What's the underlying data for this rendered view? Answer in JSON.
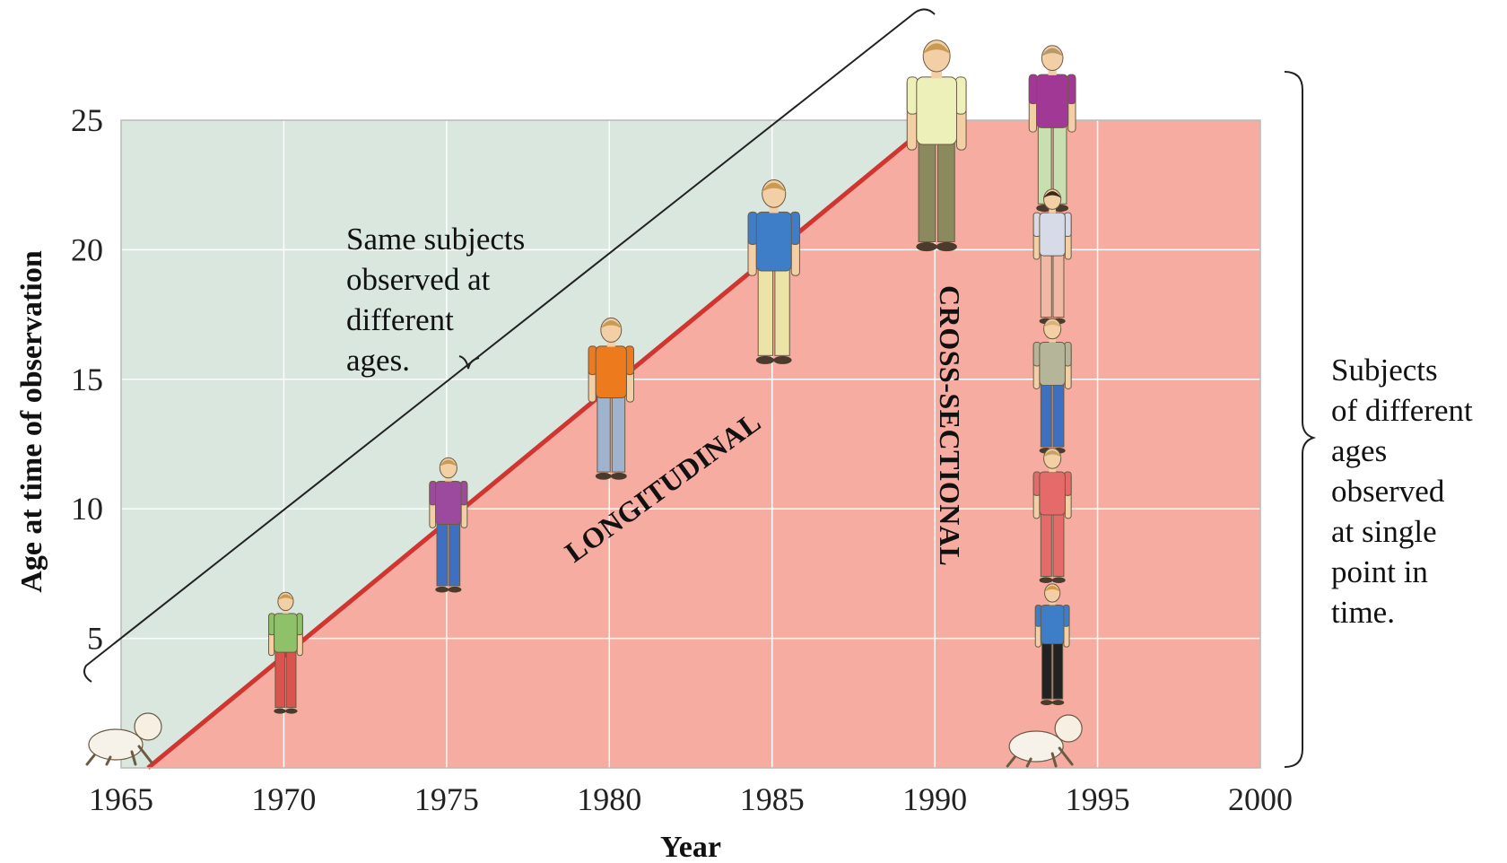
{
  "axes": {
    "x_title": "Year",
    "y_title": "Age at time of observation",
    "x_ticks": [
      "1965",
      "1970",
      "1975",
      "1980",
      "1985",
      "1990",
      "1995",
      "2000"
    ],
    "y_ticks": [
      "5",
      "10",
      "15",
      "20",
      "25"
    ]
  },
  "chart_data": {
    "type": "area",
    "x_range": [
      1965,
      2000
    ],
    "y_range": [
      0,
      25
    ],
    "series": [
      {
        "name": "LONGITUDINAL",
        "x": [
          1965,
          1990
        ],
        "y": [
          0,
          25
        ]
      }
    ],
    "cross_sectional_year": 1993.5,
    "grid": true
  },
  "labels": {
    "longitudinal": "LONGITUDINAL",
    "cross_sectional": "CROSS-SECTIONAL",
    "same_subjects": [
      "Same subjects",
      "observed at",
      "different",
      "ages."
    ],
    "different_subjects": [
      "Subjects",
      "of different",
      "ages",
      "observed",
      "at single",
      "point in",
      "time."
    ]
  },
  "colors": {
    "upper_region": "#d9e7df",
    "lower_region": "#f6aca0",
    "diagonal_line": "#d1352f",
    "grid": "#ffffff"
  },
  "longitudinal_figures": [
    {
      "year": 1965,
      "age": 0,
      "icon": "baby-crawling-icon",
      "shirt": "#f4f1ea",
      "pants": "#f4f1ea"
    },
    {
      "year": 1970,
      "age": 5,
      "icon": "child-person-icon",
      "shirt": "#8fc06a",
      "pants": "#d9534f"
    },
    {
      "year": 1975,
      "age": 10,
      "icon": "child-person-icon",
      "shirt": "#9c4a9e",
      "pants": "#3f6fbf"
    },
    {
      "year": 1980,
      "age": 15,
      "icon": "teen-person-icon",
      "shirt": "#ee7a1e",
      "pants": "#9fb3cf"
    },
    {
      "year": 1985,
      "age": 20,
      "icon": "young-adult-person-icon",
      "shirt": "#3e7dc7",
      "pants": "#ece4a6"
    },
    {
      "year": 1990,
      "age": 25,
      "icon": "adult-man-icon",
      "shirt": "#eef0b9",
      "pants": "#8b8a5f"
    }
  ],
  "cross_sectional_figures": [
    {
      "age": 25,
      "icon": "adult-woman-icon",
      "shirt": "#a23896",
      "pants": "#c7dfb1"
    },
    {
      "age": 20,
      "icon": "young-adult-person-icon",
      "shirt": "#d7dbe8",
      "pants": "#f0b8a5"
    },
    {
      "age": 15,
      "icon": "teen-person-icon",
      "shirt": "#b5b59a",
      "pants": "#3f6fbf"
    },
    {
      "age": 10,
      "icon": "child-person-icon",
      "shirt": "#e56b6b",
      "pants": "#e56b6b"
    },
    {
      "age": 5,
      "icon": "child-person-icon",
      "shirt": "#3e7dc7",
      "pants": "#222222"
    },
    {
      "age": 0,
      "icon": "baby-crawling-icon",
      "shirt": "#f4f1ea",
      "pants": "#f4f1ea"
    }
  ]
}
